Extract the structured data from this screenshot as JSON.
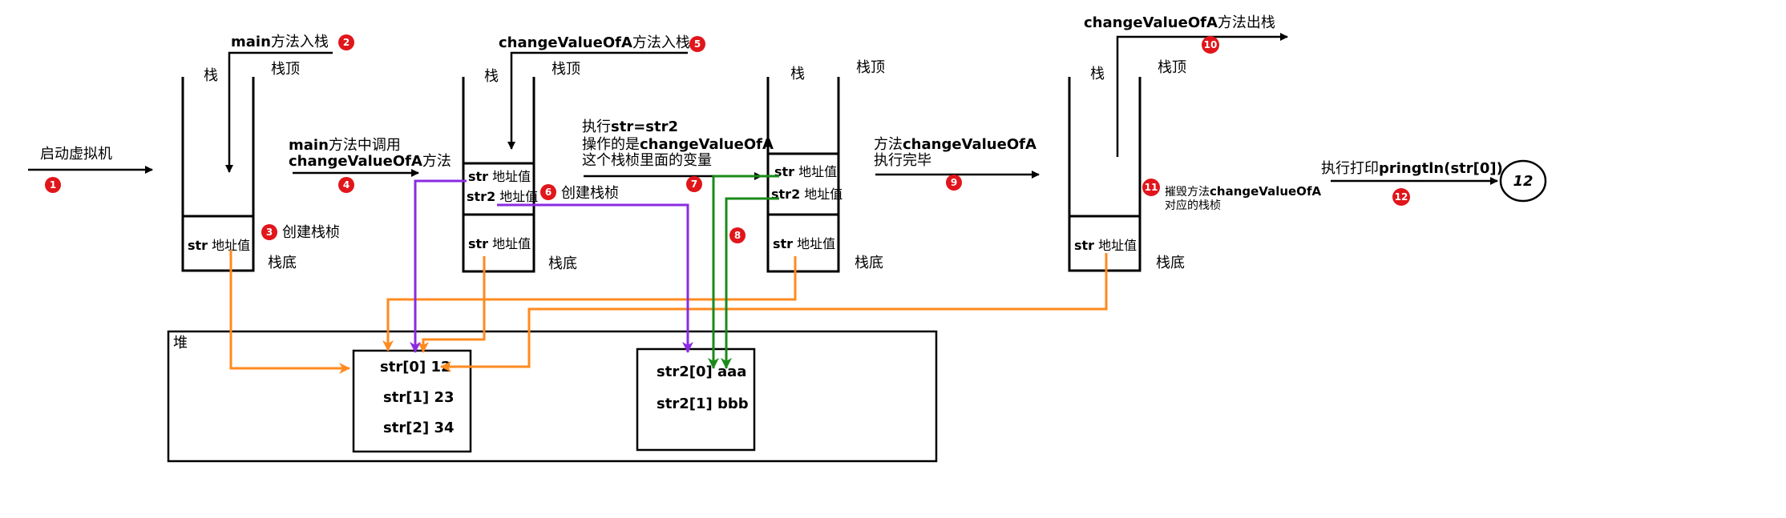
{
  "steps": {
    "s1": {
      "num": "1",
      "text": "启动虚拟机"
    },
    "s2": {
      "num": "2",
      "bold": "main",
      "rest": "方法入栈"
    },
    "s3": {
      "num": "3",
      "text": "创建栈桢"
    },
    "s4": {
      "num": "4",
      "line1_bold": "main",
      "line1_rest": "方法中调用",
      "line2_bold": "changeValueOfA",
      "line2_rest": "方法"
    },
    "s5": {
      "num": "5",
      "bold": "changeValueOfA",
      "rest": "方法入栈"
    },
    "s6": {
      "num": "6",
      "text": "创建栈桢"
    },
    "s7": {
      "num": "7",
      "line1_pre": "执行",
      "line1_bold": "str=str2",
      "line2_pre": "操作的是",
      "line2_bold": "changeValueOfA",
      "line3": "这个栈桢里面的变量"
    },
    "s8": {
      "num": "8"
    },
    "s9": {
      "num": "9",
      "line1_pre": "方法",
      "line1_bold": "changeValueOfA",
      "line2": "执行完毕"
    },
    "s10": {
      "num": "10",
      "bold": "changeValueOfA",
      "rest": "方法出栈"
    },
    "s11": {
      "num": "11",
      "line1_pre": "摧毁方法",
      "line1_bold": "changeValueOfA",
      "line2": "对应的栈桢"
    },
    "s12": {
      "num": "12",
      "pre": "执行打印",
      "bold": "pringtln(str[0])",
      "result": "12"
    }
  },
  "stack": {
    "zhan": "栈",
    "zhanding": "栈顶",
    "zhandi": "栈底"
  },
  "frames": {
    "str_addr": {
      "var": "str",
      "text": "地址值"
    },
    "str2_addr": {
      "var": "str2",
      "text": "地址值"
    }
  },
  "heap": {
    "title": "堆",
    "array1": [
      "str[0] 12",
      "str[1] 23",
      "str[2] 34"
    ],
    "array2": [
      "str2[0] aaa",
      "str2[1] bbb"
    ]
  },
  "colors": {
    "badge": "#e0161b",
    "ref_str": "#ff8a1e",
    "ref_str2": "#8a2be2",
    "assign": "#1a8a1a"
  }
}
